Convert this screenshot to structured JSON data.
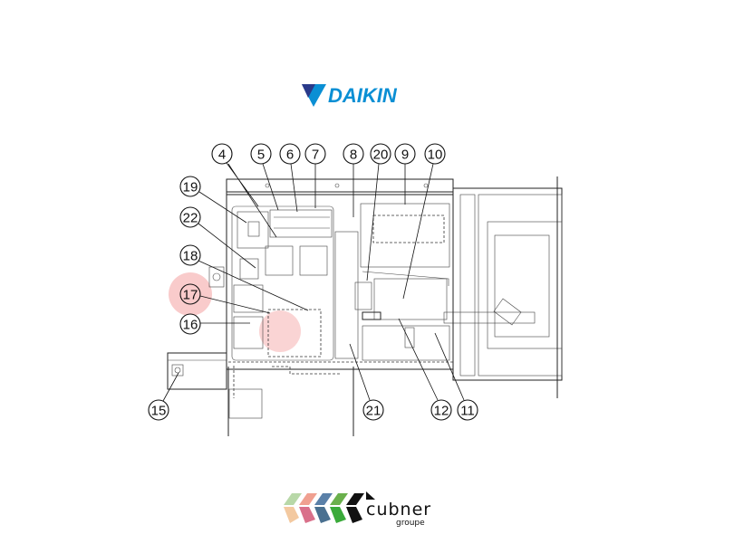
{
  "header_logo": {
    "text": "DAIKIN",
    "color": "#0a8fd4",
    "icon": "daikin-triangle-icon"
  },
  "footer_logo": {
    "name": "cubner",
    "subtitle": "groupe",
    "tile_colors": [
      "#b8d8a8",
      "#f0a090",
      "#5a80a8",
      "#6ab04c",
      "#111111",
      "#f3c9a0",
      "#d9708a",
      "#4a7090",
      "#3aaa3a"
    ]
  },
  "callouts": [
    {
      "label": "4"
    },
    {
      "label": "5"
    },
    {
      "label": "6"
    },
    {
      "label": "7"
    },
    {
      "label": "8"
    },
    {
      "label": "20"
    },
    {
      "label": "9"
    },
    {
      "label": "10"
    },
    {
      "label": "19"
    },
    {
      "label": "22"
    },
    {
      "label": "18"
    },
    {
      "label": "17"
    },
    {
      "label": "16"
    },
    {
      "label": "15"
    },
    {
      "label": "21"
    },
    {
      "label": "12"
    },
    {
      "label": "11"
    }
  ],
  "highlight_color": "#f4a0a0"
}
